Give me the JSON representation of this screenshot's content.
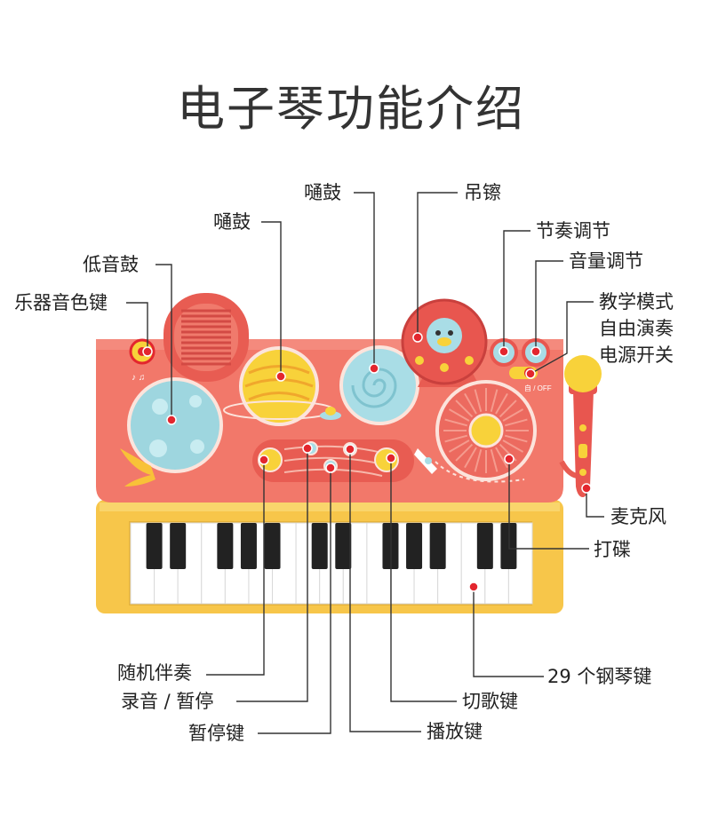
{
  "title": "电子琴功能介绍",
  "labels": {
    "instrument_tone_key": "乐器音色键",
    "bass_drum": "低音鼓",
    "tom_drum_left": "嗵鼓",
    "tom_drum_mid": "嗵鼓",
    "cymbal": "吊镲",
    "tempo_adjust": "节奏调节",
    "volume_adjust": "音量调节",
    "mode_line1": "教学模式",
    "mode_line2": "自由演奏",
    "mode_line3": "电源开关",
    "microphone": "麦克风",
    "scratch": "打碟",
    "piano_keys": "29 个钢琴键",
    "random_accompaniment": "随机伴奏",
    "record_pause": "录音 / 暂停",
    "pause_key": "暂停键",
    "play_key": "播放键",
    "switch_song_key": "切歌键"
  },
  "device": {
    "switch_text": "自 / OFF",
    "knob_marks": "♪"
  },
  "colors": {
    "body": "#f2786a",
    "body_dark": "#e35f55",
    "keyboard_frame": "#f7c64a",
    "drum_blue": "#a9dde6",
    "drum_yellow": "#f8d23a",
    "marker": "#e3262e",
    "line": "#333333"
  }
}
